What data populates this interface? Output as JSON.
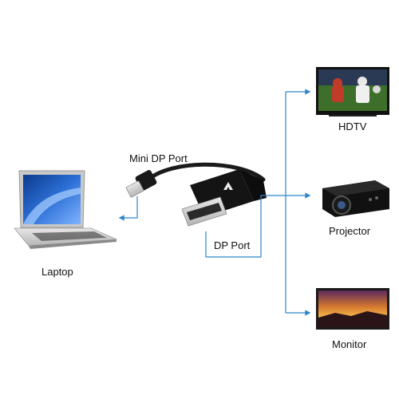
{
  "labels": {
    "mini_dp_port": "Mini DP Port",
    "dp_port": "DP Port",
    "laptop": "Laptop",
    "hdtv": "HDTV",
    "projector": "Projector",
    "monitor": "Monitor"
  },
  "colors": {
    "connector_line": "#2f86c8",
    "cable": "#1a1a1a",
    "label_text": "#111111"
  },
  "icons": [
    "laptop-icon",
    "mini-dp-connector-icon",
    "dp-connector-icon",
    "hdtv-icon",
    "projector-icon",
    "monitor-icon",
    "arrow-icon"
  ]
}
